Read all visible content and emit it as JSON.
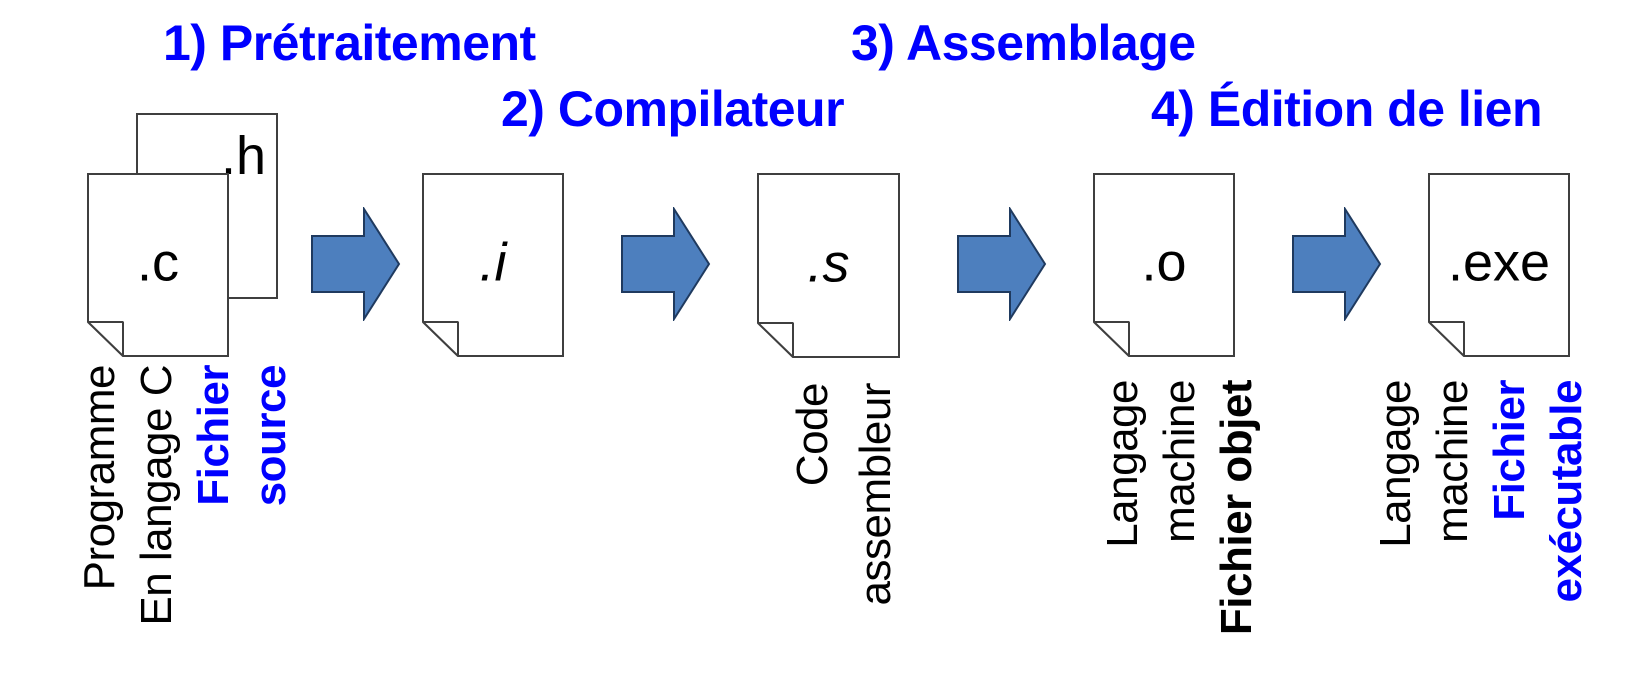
{
  "diagram_title": "C build pipeline (preprocessing, compiling, assembling, linking)",
  "colors": {
    "heading_blue": "#0000FF",
    "caption_blue": "#0000FF",
    "text_black": "#000000",
    "arrow_fill": "#4d7fbe",
    "arrow_stroke": "#1f3a5f",
    "document_stroke": "#3f3f3f",
    "document_fill": "#ffffff",
    "background": "#ffffff"
  },
  "headings": [
    {
      "id": "1",
      "label": "1) Prétraitement"
    },
    {
      "id": "2",
      "label": "2) Compilateur"
    },
    {
      "id": "3",
      "label": "3) Assemblage"
    },
    {
      "id": "4",
      "label": "4) Édition de lien"
    }
  ],
  "documents": {
    "h": {
      "ext": ".h"
    },
    "c": {
      "ext": ".c"
    },
    "i": {
      "ext": ".i"
    },
    "s": {
      "ext": ".s"
    },
    "o": {
      "ext": ".o"
    },
    "exe": {
      "ext": ".exe"
    }
  },
  "captions": {
    "source": {
      "lines": [
        "Programme",
        "En langage C",
        "Fichier",
        "source"
      ]
    },
    "assembler": {
      "lines": [
        "Code",
        "assembleur"
      ]
    },
    "object": {
      "lines": [
        "Langage",
        "machine",
        "Fichier objet"
      ]
    },
    "executable": {
      "lines": [
        "Langage",
        "machine",
        "Fichier",
        "exécutable"
      ]
    }
  }
}
